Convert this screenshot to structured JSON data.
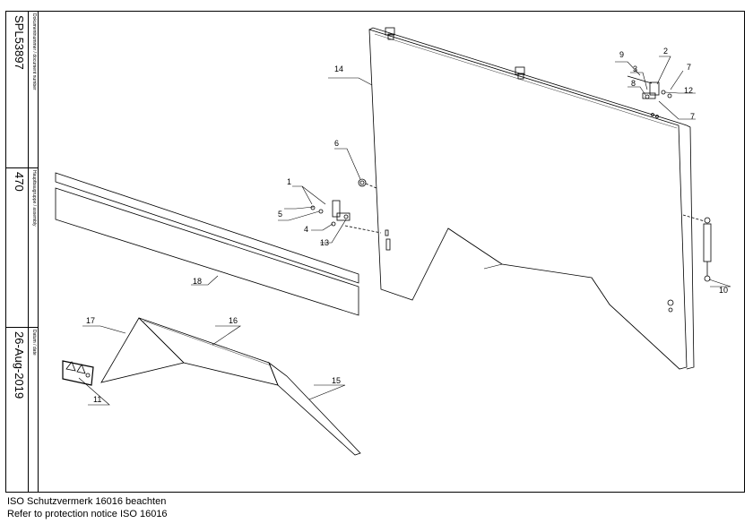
{
  "title_block": {
    "document_number_label": "Dokumentnummer / document number",
    "document_number": "SPL53897",
    "assembly_label": "Hauptbaugruppe / assembly",
    "assembly": "470",
    "date_label": "Datum / date",
    "date": "26-Aug-2019"
  },
  "callouts": {
    "c1": "1",
    "c2": "2",
    "c3": "3",
    "c4": "4",
    "c5": "5",
    "c6": "6",
    "c7a": "7",
    "c7b": "7",
    "c8": "8",
    "c9": "9",
    "c10": "10",
    "c11": "11",
    "c12": "12",
    "c13": "13",
    "c14": "14",
    "c15": "15",
    "c16": "16",
    "c17": "17",
    "c18": "18"
  },
  "notice": {
    "line1": "ISO Schutzvermerk 16016 beachten",
    "line2": "Refer to protection notice ISO 16016"
  }
}
